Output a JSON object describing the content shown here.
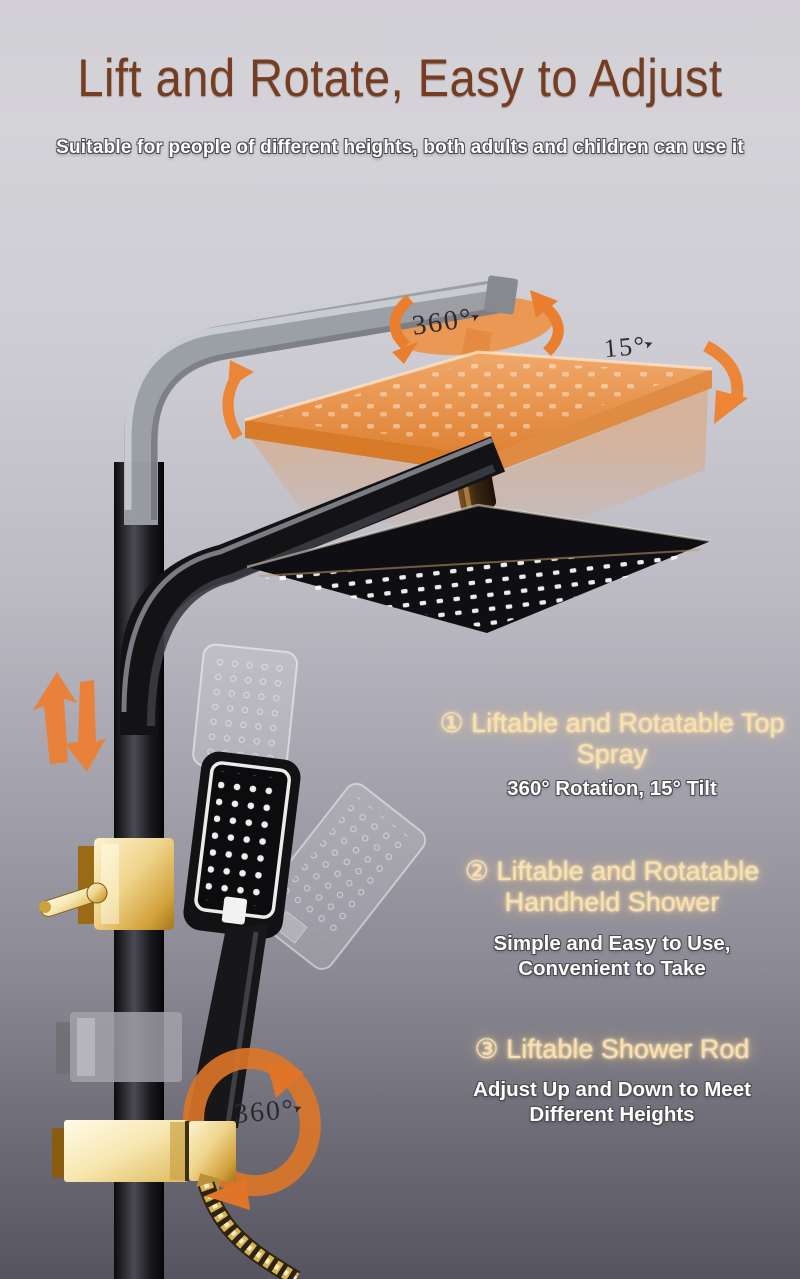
{
  "header": {
    "title": "Lift and Rotate, Easy to Adjust",
    "subtitle": "Suitable for people of different heights, both adults and children can use it"
  },
  "annotations": {
    "head_rotation": "360°",
    "head_tilt": "15°",
    "hand_rotation": "360°",
    "mini_arrow_glyph": "➤"
  },
  "features": [
    {
      "number": "①",
      "heading": "Liftable and Rotatable Top Spray",
      "description": "360° Rotation, 15° Tilt"
    },
    {
      "number": "②",
      "heading": "Liftable and Rotatable Handheld Shower",
      "description": "Simple and Easy to Use, Convenient to Take"
    },
    {
      "number": "③",
      "heading": "Liftable Shower Rod",
      "description": "Adjust Up and Down to Meet Different Heights"
    }
  ],
  "colors": {
    "title_brown": "#753d22",
    "headline_cream": "#f9e0af",
    "accent_orange": "#ec8536",
    "gold": "#edcd7e",
    "background_top": "#d2d0d6",
    "background_bottom": "#565460"
  }
}
